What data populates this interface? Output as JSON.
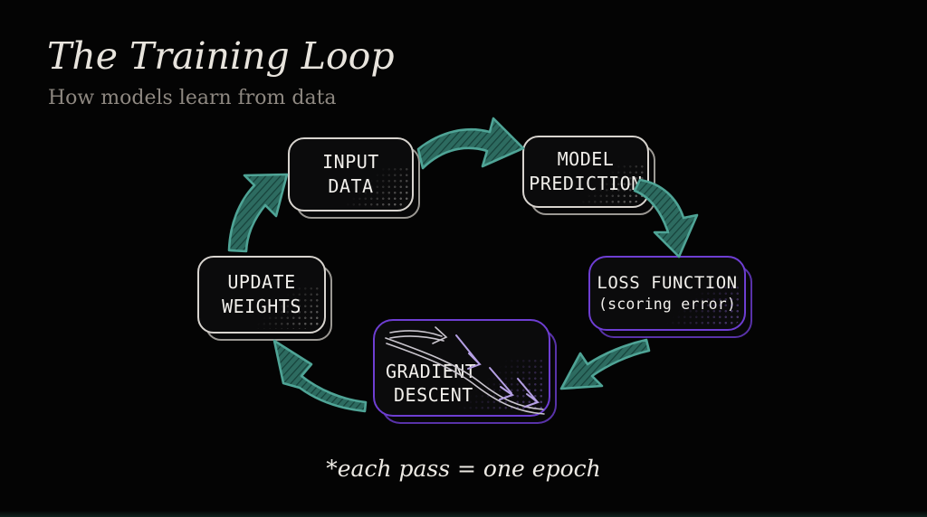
{
  "slide": {
    "title": "The Training Loop",
    "subtitle": "How models learn from data",
    "footnote": "*each pass = one epoch"
  },
  "diagram": {
    "nodes": [
      {
        "id": "input-data",
        "line1": "INPUT",
        "line2": "DATA",
        "accent": "white"
      },
      {
        "id": "model-prediction",
        "line1": "MODEL",
        "line2": "PREDICTION",
        "accent": "white"
      },
      {
        "id": "loss-function",
        "line1": "LOSS FUNCTION",
        "line2": "(scoring error)",
        "accent": "purple"
      },
      {
        "id": "gradient-descent",
        "line1": "GRADIENT",
        "line2": "DESCENT",
        "accent": "purple"
      },
      {
        "id": "update-weights",
        "line1": "UPDATE",
        "line2": "WEIGHTS",
        "accent": "white"
      }
    ],
    "arrows": [
      {
        "from": "input-data",
        "to": "model-prediction"
      },
      {
        "from": "model-prediction",
        "to": "loss-function"
      },
      {
        "from": "loss-function",
        "to": "gradient-descent"
      },
      {
        "from": "gradient-descent",
        "to": "update-weights"
      },
      {
        "from": "update-weights",
        "to": "input-data"
      }
    ],
    "gradient_descent_sketch": {
      "curve": "descending S-curve, top-left to bottom-right",
      "mini_arrow_count": 3
    },
    "colors": {
      "background": "#040404",
      "arrow_teal_stroke": "#4fa496",
      "arrow_teal_fill": "#2d6b60",
      "node_border_white": "#d8d4cf",
      "node_border_purple": "#6e3ed2",
      "node_text": "#f1efeb",
      "title_text": "#e8e4dd",
      "subtitle_text": "#8e8881",
      "footnote_text": "#edeae4",
      "descent_curve": "#c9c5cd",
      "descent_mini_arrows": "#b5a0e4"
    }
  }
}
